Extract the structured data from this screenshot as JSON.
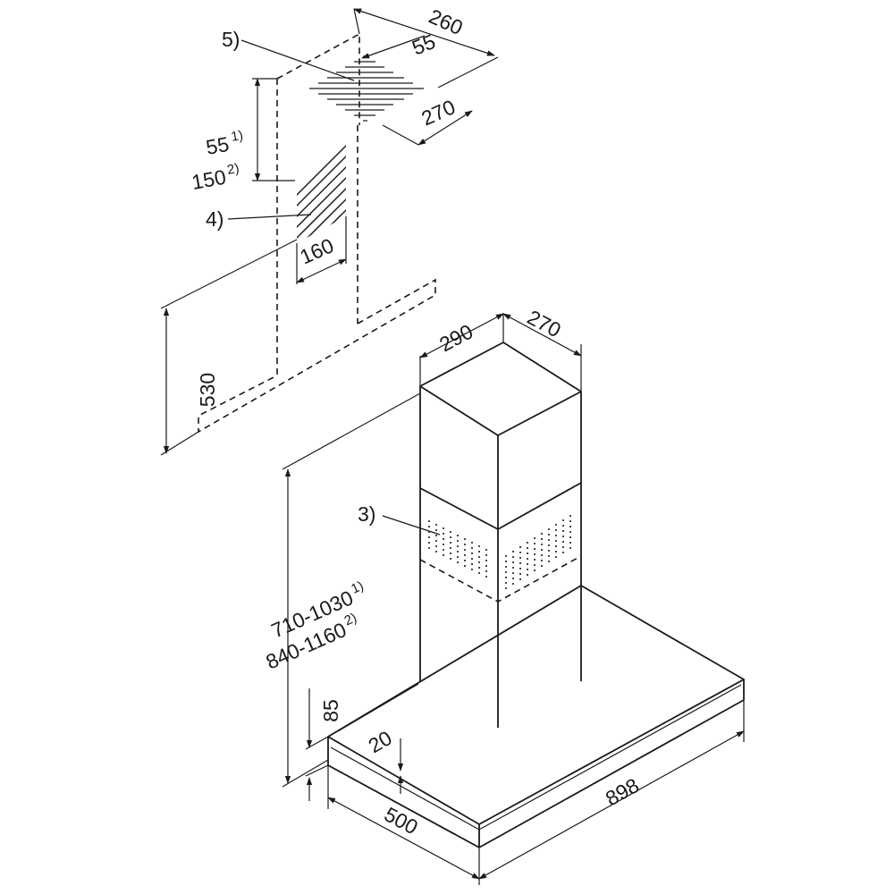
{
  "dimensions": {
    "d260": "260",
    "d55_top": "55",
    "d270_top": "270",
    "d55": "55",
    "d150": "150",
    "d160": "160",
    "d530": "530",
    "d290": "290",
    "d270_chimney": "270",
    "d710_1030": "710-1030",
    "d840_1160": "840-1160",
    "d85": "85",
    "d20": "20",
    "d500": "500",
    "d898": "898"
  },
  "footnotes": {
    "one": "1)",
    "two": "2)"
  },
  "callouts": {
    "c3": "3)",
    "c4": "4)",
    "c5": "5)"
  }
}
